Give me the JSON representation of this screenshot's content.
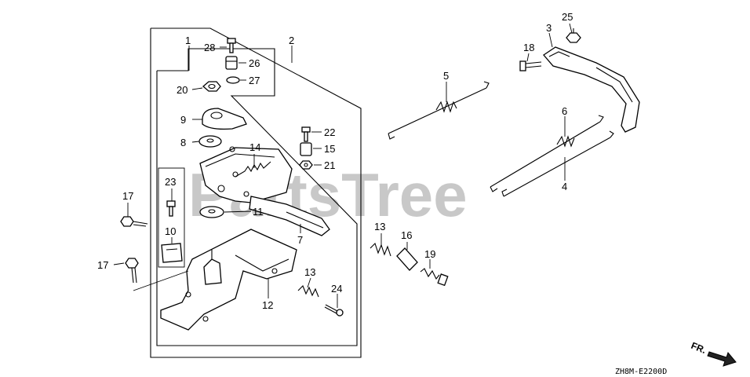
{
  "watermark": "PartsTree",
  "diagram_code": "ZH8M-E2200D",
  "direction_label": "FR.",
  "callouts": {
    "c1": "1",
    "c2": "2",
    "c3": "3",
    "c4": "4",
    "c5": "5",
    "c6": "6",
    "c7": "7",
    "c8": "8",
    "c9": "9",
    "c10": "10",
    "c11": "11",
    "c12": "12",
    "c13a": "13",
    "c13b": "13",
    "c14": "14",
    "c15": "15",
    "c16": "16",
    "c17a": "17",
    "c17b": "17",
    "c18": "18",
    "c19": "19",
    "c20": "20",
    "c21": "21",
    "c22": "22",
    "c23": "23",
    "c24": "24",
    "c25": "25",
    "c26": "26",
    "c27": "27",
    "c28": "28"
  }
}
